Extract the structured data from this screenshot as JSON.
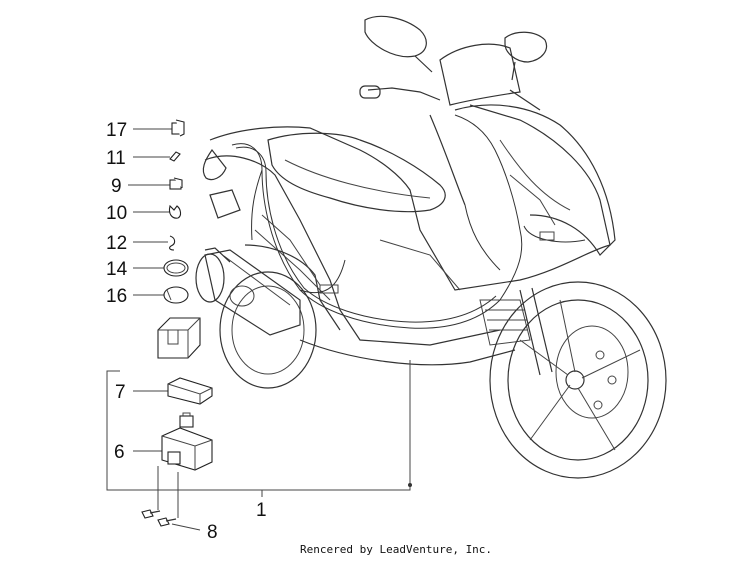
{
  "diagram": {
    "callouts": {
      "c17": "17",
      "c11": "11",
      "c9": "9",
      "c10": "10",
      "c12": "12",
      "c14": "14",
      "c16": "16",
      "c7": "7",
      "c6": "6",
      "c1": "1",
      "c8": "8"
    },
    "credit": "Rencered by LeadVenture, Inc."
  },
  "colors": {
    "line": "#333333",
    "background": "#ffffff"
  }
}
